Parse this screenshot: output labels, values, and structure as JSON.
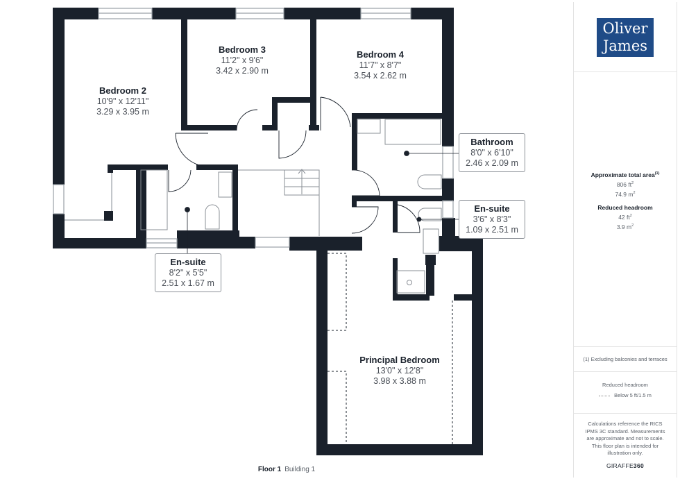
{
  "floor": {
    "label": "Floor 1",
    "building": "Building 1"
  },
  "rooms": [
    {
      "name": "Bedroom 2",
      "imperial": "10'9\" x 12'11\"",
      "metric": "3.29 x 3.95 m"
    },
    {
      "name": "Bedroom 3",
      "imperial": "11'2\" x 9'6\"",
      "metric": "3.42 x 2.90 m"
    },
    {
      "name": "Bedroom 4",
      "imperial": "11'7\" x 8'7\"",
      "metric": "3.54 x 2.62 m"
    },
    {
      "name": "Bathroom",
      "imperial": "8'0\" x 6'10\"",
      "metric": "2.46 x 2.09 m"
    },
    {
      "name": "En-suite",
      "imperial": "3'6\" x 8'3\"",
      "metric": "1.09 x 2.51 m"
    },
    {
      "name": "En-suite",
      "imperial": "8'2\" x 5'5\"",
      "metric": "2.51 x 1.67 m"
    },
    {
      "name": "Principal Bedroom",
      "imperial": "13'0\" x 12'8\"",
      "metric": "3.98 x 3.88 m"
    }
  ],
  "sidebar": {
    "logo": {
      "line1": "Oliver",
      "line2": "James",
      "color": "#1f4b87"
    },
    "total_area": {
      "title": "Approximate total area",
      "footnote_ref": "(1)",
      "sqft": "806 ft",
      "sqm": "74.9 m",
      "unit_sup": "2"
    },
    "reduced_headroom": {
      "title": "Reduced headroom",
      "sqft": "42 ft",
      "sqm": "3.9 m"
    },
    "footnote": "(1) Excluding balconies and terraces",
    "legend": {
      "title": "Reduced headroom",
      "item": "Below 5 ft/1.5 m"
    },
    "disclaimer": "Calculations reference the RICS IPMS 3C standard. Measurements are approximate and not to scale. This floor plan is intended for illustration only.",
    "brand": {
      "part1": "GIRAFFE",
      "part2": "360"
    }
  },
  "colors": {
    "wall": "#1a212b",
    "logo_bg": "#1f4b87",
    "text_dim": "#4a4f57"
  }
}
